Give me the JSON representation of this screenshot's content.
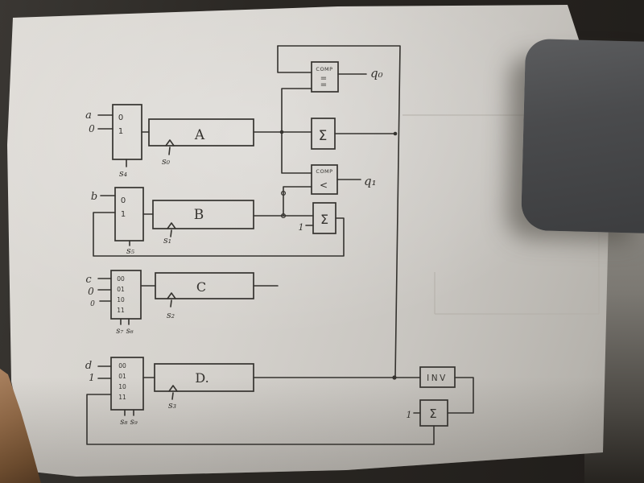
{
  "colors": {
    "ink": "#35332f",
    "pencil": "#b3afa8",
    "paper": "#d6d3ce",
    "table": "#2b2824",
    "object": "#48494b",
    "wood": "#8c6645"
  },
  "labels": {
    "input_a": "a",
    "input_a0": "0",
    "input_b": "b",
    "input_c": "c",
    "input_c0": "0",
    "input_c_extra": "0",
    "input_d": "d",
    "input_d1": "1",
    "mux1": {
      "rows": [
        "0",
        "1"
      ],
      "select": "s₄"
    },
    "mux2": {
      "rows": [
        "0",
        "1"
      ],
      "select": "s₅"
    },
    "mux3": {
      "rows": [
        "00",
        "01",
        "10",
        "11"
      ],
      "select": "s₇ s₆"
    },
    "mux4": {
      "rows": [
        "00",
        "01",
        "10",
        "11"
      ],
      "select": "s₈ s₉"
    },
    "reg_a": {
      "label": "A",
      "select": "s₀"
    },
    "reg_b": {
      "label": "B",
      "select": "s₁"
    },
    "reg_c": {
      "label": "C",
      "select": "s₂"
    },
    "reg_d": {
      "label": "D.",
      "select": "s₃"
    },
    "comp_eq": {
      "title": "COMP",
      "symbol": "="
    },
    "comp_lt": {
      "title": "COMP",
      "symbol": "<"
    },
    "sum1": "Σ",
    "sum2": "Σ",
    "sum3": "Σ",
    "inv": "INV",
    "q0": "q₀",
    "q1": "q₁",
    "const_sum2": "1",
    "const_sum3": "1"
  }
}
